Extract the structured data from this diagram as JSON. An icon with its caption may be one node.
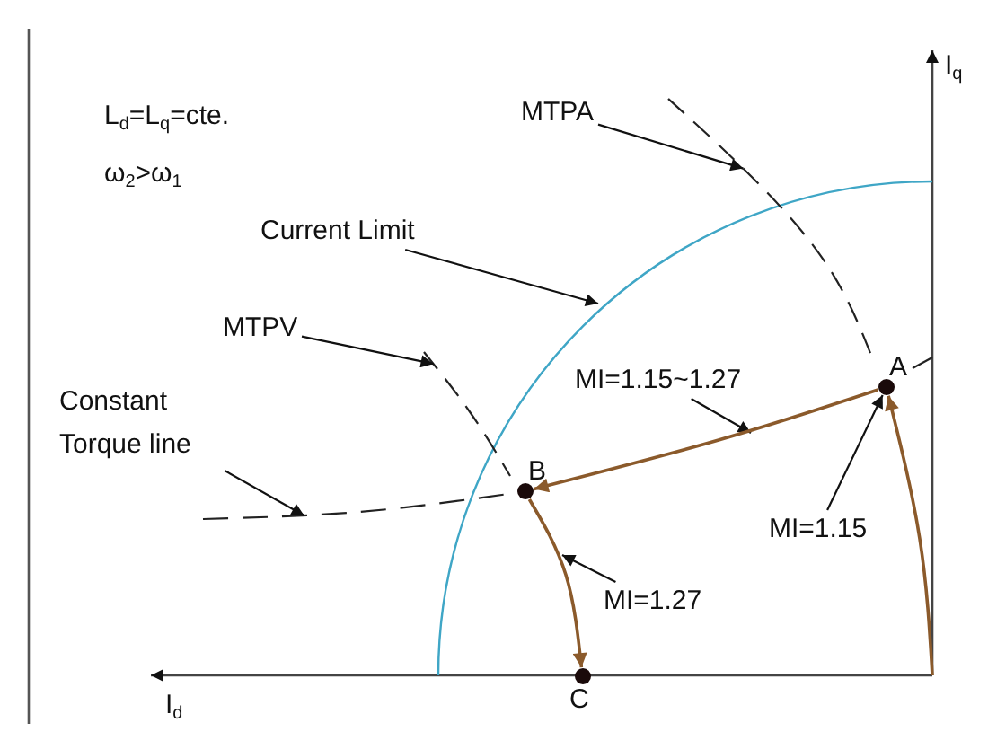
{
  "diagram": {
    "nodes": [
      {
        "text": [
          "MTPA"
        ]
      },
      {
        "text": [
          "Current Limit"
        ]
      },
      {
        "text": [
          "MTPV"
        ]
      },
      {
        "text": [
          "Constant Torque line"
        ]
      },
      {
        "text": [
          "MI=1.15~1.27"
        ]
      },
      {
        "text": [
          "MI=1.15"
        ]
      },
      {
        "text": [
          "MI=1.27"
        ]
      },
      {
        "text": [
          "A"
        ]
      },
      {
        "text": [
          "B"
        ]
      },
      {
        "text": [
          "C"
        ]
      },
      {
        "text": [],
        "shape": "curve"
      },
      {
        "text": [],
        "shape": "curve"
      },
      {
        "text": [],
        "shape": "curve"
      }
    ],
    "edges": [
      {
        "from": 0,
        "to": 10,
        "arrow": "to"
      },
      {
        "from": 1,
        "to": null,
        "arrow": "to"
      },
      {
        "from": 2,
        "to": 11,
        "arrow": "to"
      },
      {
        "from": 3,
        "to": 12,
        "arrow": "to"
      },
      {
        "from": 4,
        "to": null,
        "arrow": "to"
      },
      {
        "from": 5,
        "to": 7,
        "arrow": "to"
      },
      {
        "from": 6,
        "to": null,
        "arrow": "to"
      },
      {
        "from": null,
        "to": 7,
        "arrow": "to",
        "color": "#8b5a2b"
      },
      {
        "from": 7,
        "to": 8,
        "arrow": "to",
        "color": "#8b5a2b"
      },
      {
        "from": 8,
        "to": 9,
        "arrow": "to",
        "color": "#8b5a2b"
      }
    ],
    "labels": [
      "L$_{d}$=L$_{q}$=cte.",
      "ω$_{2}$>ω$_{1}$",
      "I$_{q}$",
      "I$_{d}$"
    ]
  }
}
